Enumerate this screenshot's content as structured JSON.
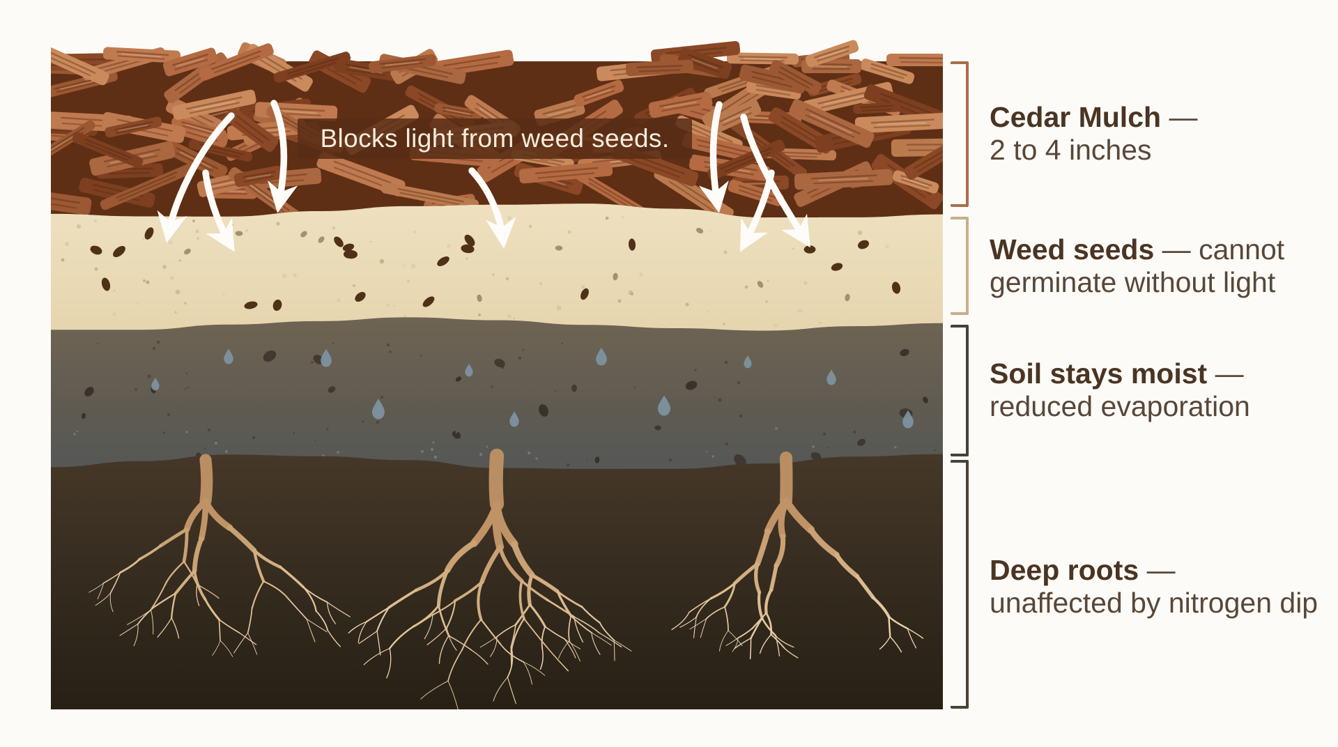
{
  "banner": {
    "text": "Blocks light from weed seeds."
  },
  "legend": {
    "items": [
      {
        "id": "cedar-mulch",
        "term": "Cedar Mulch",
        "after_term": "—",
        "line2": "2 to 4 inches",
        "bracket_color": "#a96e4b"
      },
      {
        "id": "weed-seeds",
        "term": "Weed seeds",
        "after_term": "— cannot",
        "line2": "germinate without light",
        "bracket_color": "#c9ae8c"
      },
      {
        "id": "soil-stays-moist",
        "term": "Soil stays moist",
        "after_term": "—",
        "line2": "reduced evaporation",
        "bracket_color": "#45413a"
      },
      {
        "id": "deep-roots",
        "term": "Deep roots",
        "after_term": "—",
        "line2": "unaffected by nitrogen dip",
        "bracket_color": "#4a4238"
      }
    ]
  },
  "colors": {
    "background": "#fdfbf7",
    "mulch_base": "#5e2f15",
    "chip_palette": [
      "#ca8a5c",
      "#bb7a4e",
      "#ab6740",
      "#9b5832",
      "#8a4826",
      "#c07a50",
      "#b46a42",
      "#7d3f20"
    ],
    "seed_layer_top": "#efe1c1",
    "seed_layer_bottom": "#e4d3ab",
    "seed": "#4f3117",
    "seed_small": "#99896a",
    "moist_top": "#6f6453",
    "moist_mid": "#5e5a51",
    "moist_bottom": "#4d565c",
    "droplet": "#7e95a4",
    "pebble": "#3a3128",
    "deep_top": "#463828",
    "deep_mid": "#362c20",
    "deep_bottom": "#282015",
    "root_shades": [
      "#b98e62",
      "#c09366",
      "#c9a173",
      "#d2ae80",
      "#dcbb8f",
      "#e4c89f",
      "#ebd4ae"
    ],
    "arrow": "#fefcf8",
    "banner_bg": "rgba(88,45,21,0.85)",
    "banner_text": "#f6ecdd",
    "label_term": "#4a3423",
    "label_text": "#584739"
  }
}
